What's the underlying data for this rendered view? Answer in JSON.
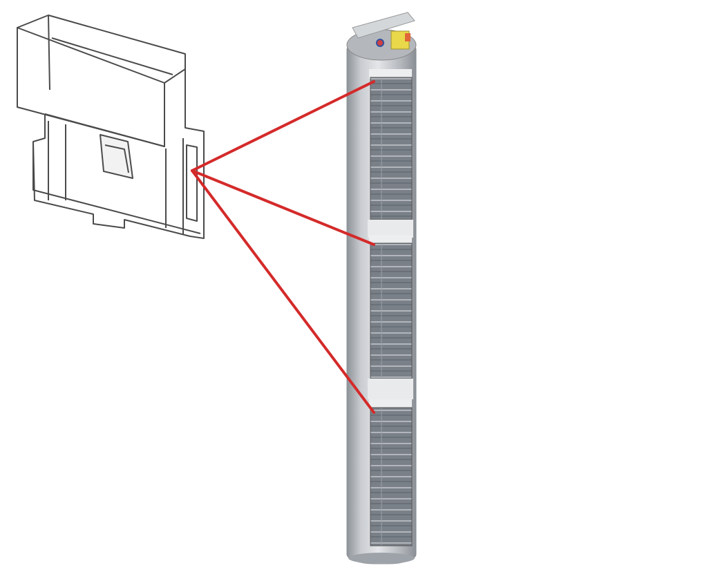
{
  "colors": {
    "background": "#ffffff",
    "leader_line": "#d42a2a",
    "outline": "#4a4a4a",
    "column_body": "#b8bcc2",
    "column_highlight": "#e6e8eb",
    "rack_panel": "#6e747c",
    "top_module": "#e8d84a",
    "top_module_accent": "#e0663a"
  },
  "leader_lines": [
    {
      "target": "upper-rack-section"
    },
    {
      "target": "middle-rack-section"
    },
    {
      "target": "lower-rack-section"
    }
  ]
}
